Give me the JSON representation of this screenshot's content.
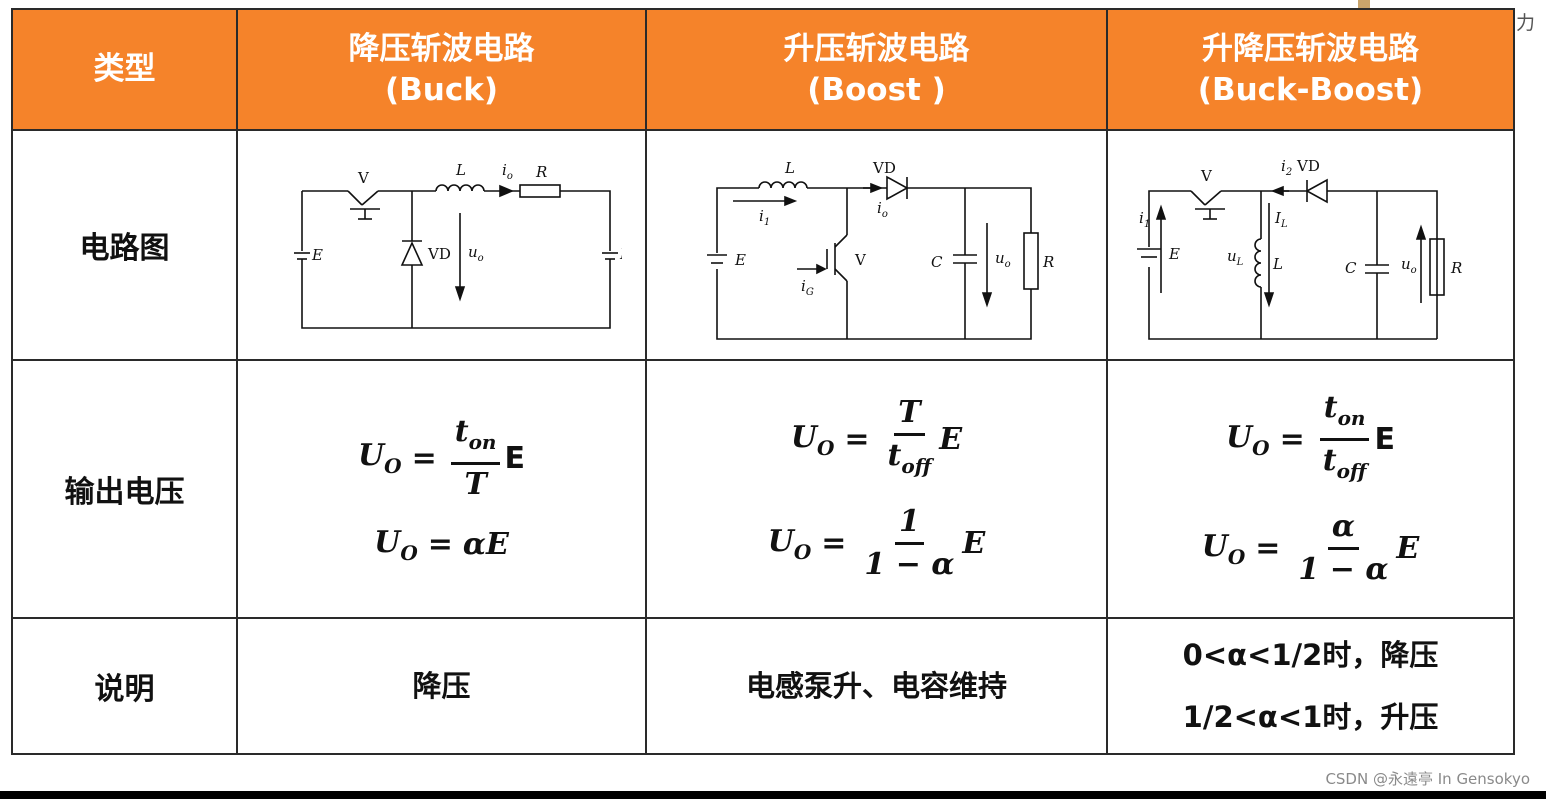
{
  "watermark": {
    "corner_text": "以教育助力",
    "footer": "CSDN @永遠亭 In Gensokyo"
  },
  "header": {
    "type_label": "类型",
    "buck": {
      "title": "降压斩波电路",
      "subtitle": "(Buck)"
    },
    "boost": {
      "title": "升压斩波电路",
      "subtitle": "(Boost )"
    },
    "buckboost": {
      "title": "升降压斩波电路",
      "subtitle": "(Buck-Boost)"
    }
  },
  "rows": {
    "circuit": "电路图",
    "voltage": "输出电压",
    "note": "说明"
  },
  "circuits": {
    "buck": {
      "V": "V",
      "L": "L",
      "io": "i",
      "io_sub": "o",
      "R": "R",
      "E": "E",
      "VD": "VD",
      "uo": "u",
      "uo_sub": "o",
      "Em": "E",
      "Em_sub": "m"
    },
    "boost": {
      "L": "L",
      "VD": "VD",
      "i1": "i",
      "i1_sub": "1",
      "io": "i",
      "io_sub": "o",
      "E": "E",
      "V": "V",
      "iG": "i",
      "iG_sub": "G",
      "C": "C",
      "uo": "u",
      "uo_sub": "o",
      "R": "R"
    },
    "buckboost": {
      "i2": "i",
      "i2_sub": "2",
      "VD": "VD",
      "V": "V",
      "i1": "i",
      "i1_sub": "1",
      "IL": "I",
      "IL_sub": "L",
      "E": "E",
      "uL": "u",
      "uL_sub": "L",
      "L": "L",
      "C": "C",
      "uo": "u",
      "uo_sub": "o",
      "R": "R"
    }
  },
  "formulas": {
    "buck": {
      "f1": {
        "lhs": "U",
        "lhs_sub": "O",
        "eq": "=",
        "num": "t",
        "num_sub": "on",
        "den": "T",
        "tail": "E"
      },
      "f2": {
        "lhs": "U",
        "lhs_sub": "O",
        "eq": "=",
        "rhs": "αE"
      }
    },
    "boost": {
      "f1": {
        "lhs": "U",
        "lhs_sub": "O",
        "eq": "=",
        "num": "T",
        "den": "t",
        "den_sub": "off",
        "tail": "E"
      },
      "f2": {
        "lhs": "U",
        "lhs_sub": "O",
        "eq": "=",
        "num": "1",
        "den": "1 − α",
        "tail": "E"
      }
    },
    "buckboost": {
      "f1": {
        "lhs": "U",
        "lhs_sub": "O",
        "eq": "=",
        "num": "t",
        "num_sub": "on",
        "den": "t",
        "den_sub": "off",
        "tail": "E"
      },
      "f2": {
        "lhs": "U",
        "lhs_sub": "O",
        "eq": "=",
        "num": "α",
        "den": "1 − α",
        "tail": "E"
      }
    }
  },
  "notes": {
    "buck": "降压",
    "boost": "电感泵升、电容维持",
    "buckboost_1": "0<α<1/2时，降压",
    "buckboost_2": "1/2<α<1时，升压"
  }
}
